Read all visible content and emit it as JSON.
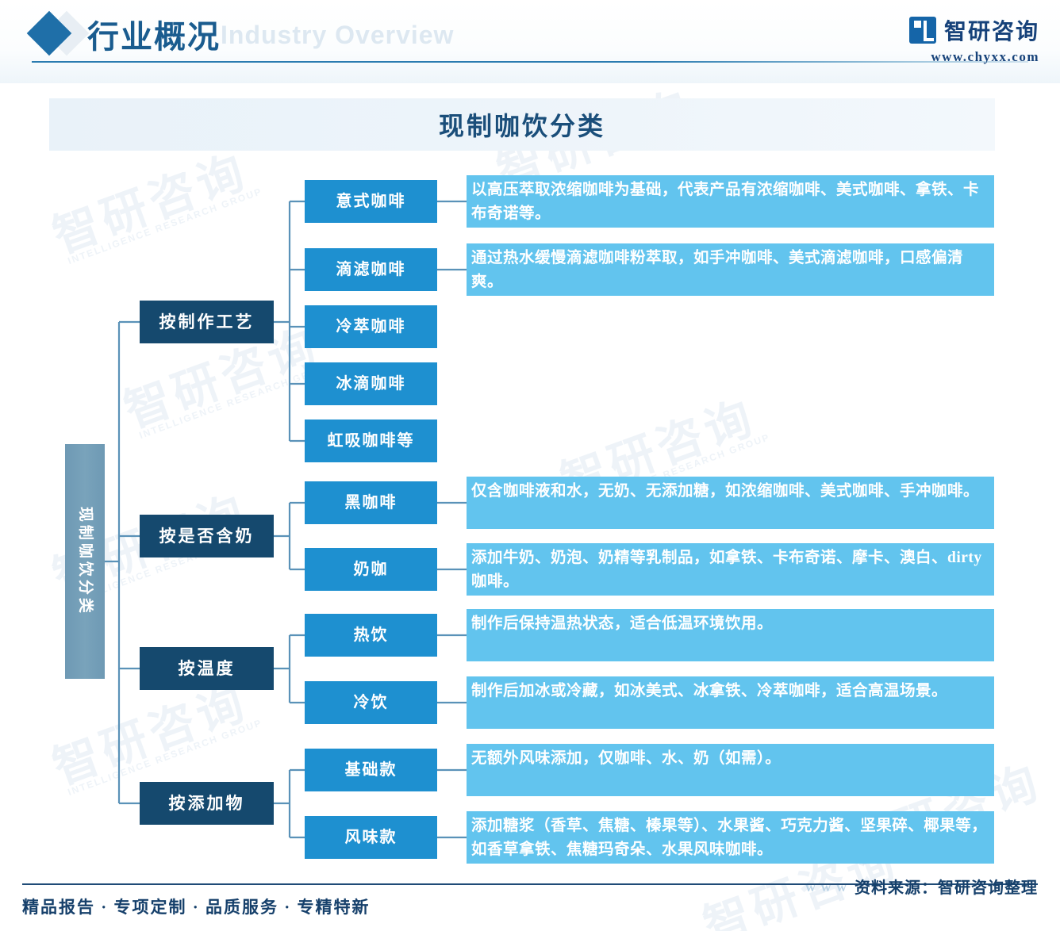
{
  "header": {
    "title": "行业概况",
    "subtitle": "Industry Overview",
    "diamond_icon": "diamond-icon",
    "brand_name": "智研咨询",
    "brand_url": "www.chyxx.com",
    "accent_color": "#1a5c8f"
  },
  "chart_title": "现制咖饮分类",
  "root": {
    "label": "现制咖饮分类",
    "color": "#79a3bb"
  },
  "colors": {
    "category": "#15496e",
    "leaf": "#1e90d0",
    "description": "#62c4ee",
    "connector": "#5a92b8"
  },
  "categories": [
    {
      "label": "按制作工艺",
      "items": [
        {
          "label": "意式咖啡",
          "desc": "以高压萃取浓缩咖啡为基础，代表产品有浓缩咖啡、美式咖啡、拿铁、卡布奇诺等。"
        },
        {
          "label": "滴滤咖啡",
          "desc": "通过热水缓慢滴滤咖啡粉萃取，如手冲咖啡、美式滴滤咖啡，口感偏清爽。"
        },
        {
          "label": "冷萃咖啡",
          "desc": ""
        },
        {
          "label": "冰滴咖啡",
          "desc": ""
        },
        {
          "label": "虹吸咖啡等",
          "desc": ""
        }
      ]
    },
    {
      "label": "按是否含奶",
      "items": [
        {
          "label": "黑咖啡",
          "desc": "仅含咖啡液和水，无奶、无添加糖，如浓缩咖啡、美式咖啡、手冲咖啡。"
        },
        {
          "label": "奶咖",
          "desc": "添加牛奶、奶泡、奶精等乳制品，如拿铁、卡布奇诺、摩卡、澳白、dirty咖啡。"
        }
      ]
    },
    {
      "label": "按温度",
      "items": [
        {
          "label": "热饮",
          "desc": "制作后保持温热状态，适合低温环境饮用。"
        },
        {
          "label": "冷饮",
          "desc": "制作后加冰或冷藏，如冰美式、冰拿铁、冷萃咖啡，适合高温场景。"
        }
      ]
    },
    {
      "label": "按添加物",
      "items": [
        {
          "label": "基础款",
          "desc": "无额外风味添加，仅咖啡、水、奶（如需）。"
        },
        {
          "label": "风味款",
          "desc": "添加糖浆（香草、焦糖、榛果等）、水果酱、巧克力酱、坚果碎、椰果等，如香草拿铁、焦糖玛奇朵、水果风味咖啡。"
        }
      ]
    }
  ],
  "footer": {
    "left": "精品报告 · 专项定制 · 品质服务 · 专精特新",
    "right": "资料来源：智研咨询整理",
    "watermark_www": "w w w"
  },
  "watermarks": {
    "text_big": "智研咨询",
    "text_sm": "INTELLIGENCE RESEARCH GROUP"
  }
}
